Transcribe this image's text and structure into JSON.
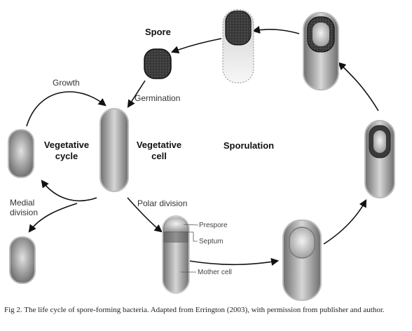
{
  "labels": {
    "spore": "Spore",
    "germination": "Germination",
    "growth": "Growth",
    "vegetative_cycle_1": "Vegetative",
    "vegetative_cycle_2": "cycle",
    "vegetative_cell_1": "Vegetative",
    "vegetative_cell_2": "cell",
    "sporulation": "Sporulation",
    "medial_division_1": "Medial",
    "medial_division_2": "division",
    "polar_division": "Polar division",
    "prespore": "Prespore",
    "septum": "Septum",
    "mother_cell": "Mother cell"
  },
  "caption": "Fig 2. The life cycle of spore-forming bacteria. Adapted from Errington (2003), with permission from publisher and author."
}
